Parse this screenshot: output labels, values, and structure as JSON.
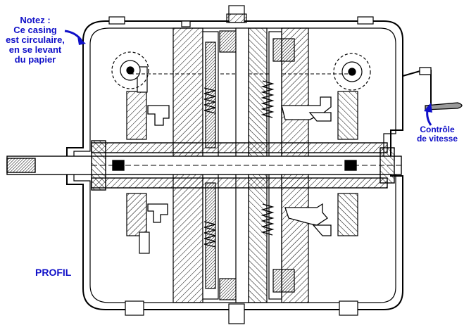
{
  "annotations": {
    "casing_note": [
      "Notez :",
      "Ce casing",
      "est circulaire,",
      "en se levant",
      "du papier"
    ],
    "speed_control": [
      "Contrôle",
      "de vitesse"
    ],
    "view_label": "PROFIL"
  },
  "colors": {
    "annotation": "#1010c8",
    "line": "#000000",
    "background": "#ffffff",
    "handle": "#9a9a9a"
  }
}
